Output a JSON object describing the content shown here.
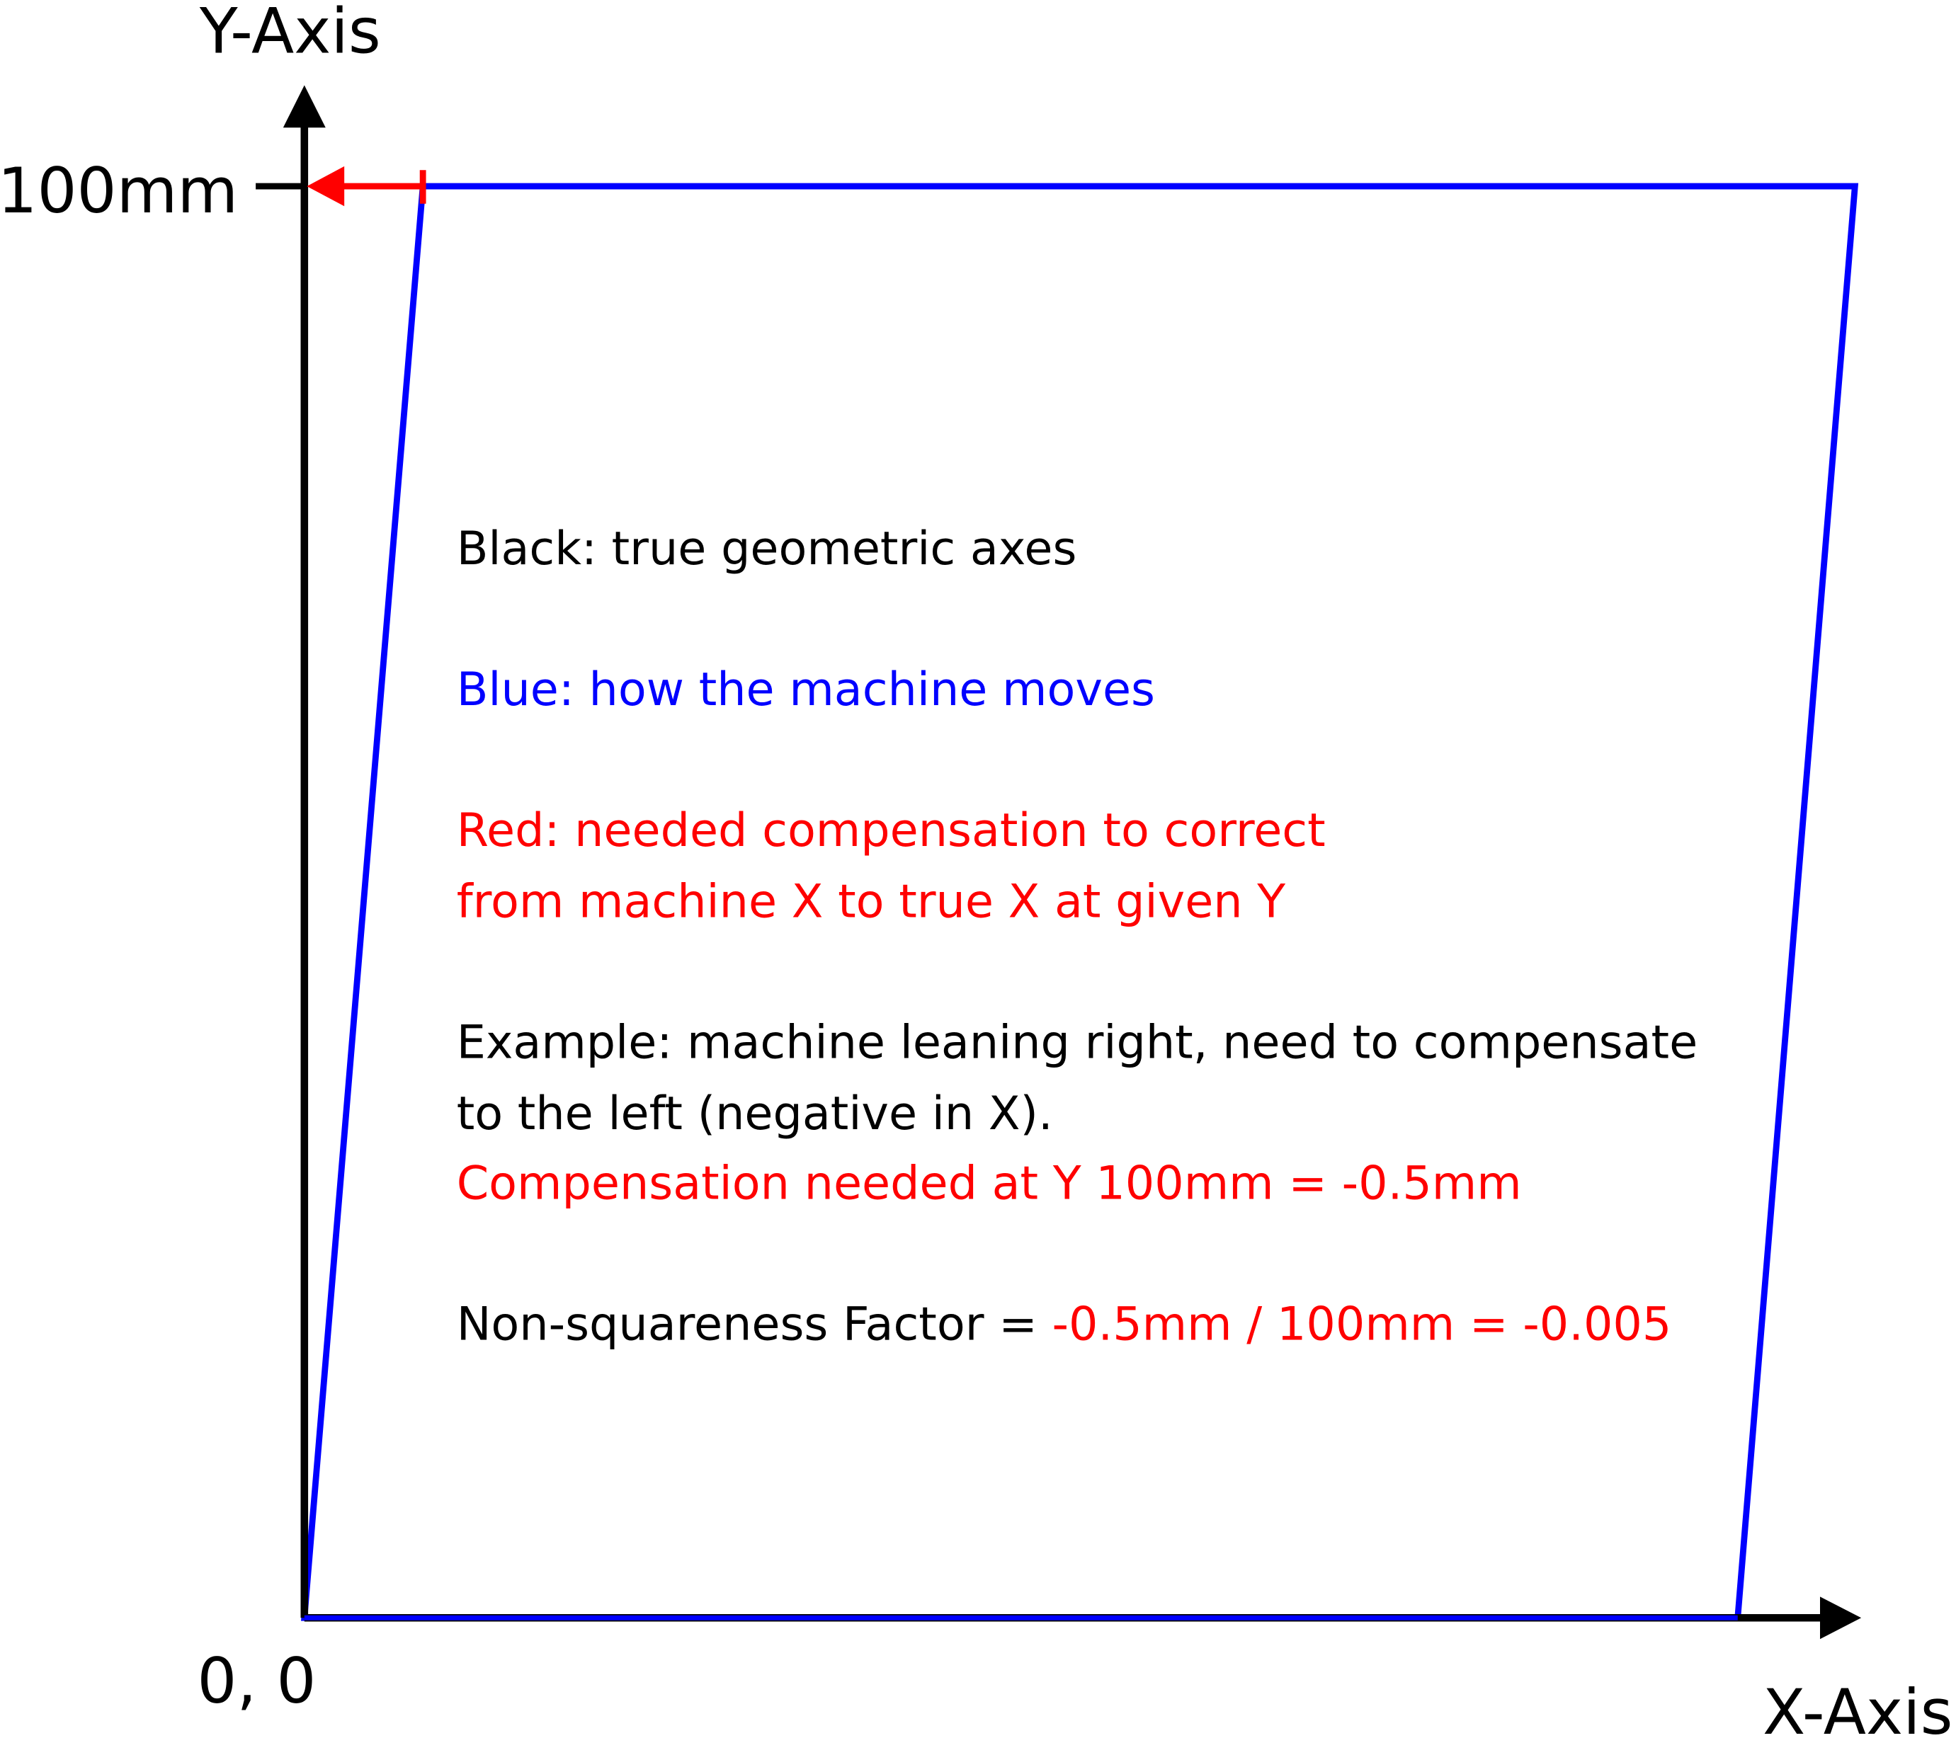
{
  "labels": {
    "y_axis": "Y-Axis",
    "x_axis": "X-Axis",
    "y_tick": "100mm",
    "origin": "0, 0"
  },
  "notes": {
    "black": "Black: true geometric axes",
    "blue": "Blue: how the machine moves",
    "red_line1": "Red: needed compensation to correct",
    "red_line2": "from machine X to true X at given Y",
    "example_line1": "Example: machine leaning right, need to compensate",
    "example_line2": "to the left (negative in X).",
    "compensation": "Compensation needed at Y 100mm = -0.5mm",
    "factor_label": "Non-squareness Factor = ",
    "factor_value": "-0.5mm / 100mm = -0.005"
  },
  "colors": {
    "axes": "#000000",
    "machine": "#0000ff",
    "compensation": "#ff0000"
  }
}
